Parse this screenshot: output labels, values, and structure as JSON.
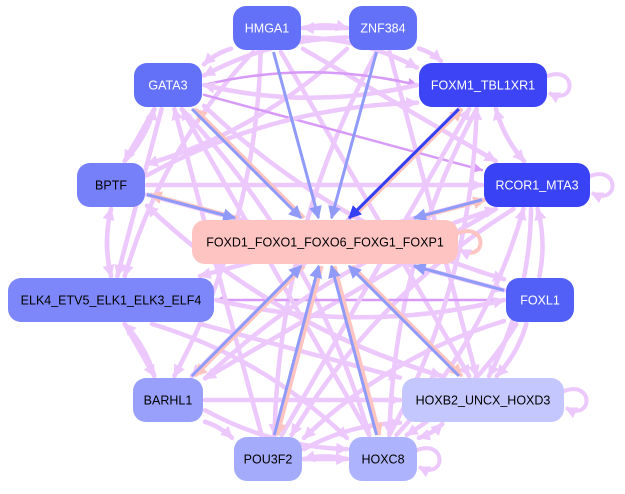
{
  "diagram": {
    "type": "directed-network",
    "center_node": "FOXD1_FOXO1_FOXO6_FOXG1_FOXP1",
    "nodes": [
      {
        "id": "HMGA1",
        "label": "HMGA1",
        "fill": "#6370f8",
        "text": "#ffffff"
      },
      {
        "id": "ZNF384",
        "label": "ZNF384",
        "fill": "#6370f8",
        "text": "#ffffff"
      },
      {
        "id": "GATA3",
        "label": "GATA3",
        "fill": "#6370f8",
        "text": "#ffffff"
      },
      {
        "id": "FOXM1_TBL1XR1",
        "label": "FOXM1_TBL1XR1",
        "fill": "#3c44f5",
        "text": "#ffffff"
      },
      {
        "id": "BPTF",
        "label": "BPTF",
        "fill": "#7680f9",
        "text": "#000000"
      },
      {
        "id": "RCOR1_MTA3",
        "label": "RCOR1_MTA3",
        "fill": "#3a42f5",
        "text": "#ffffff"
      },
      {
        "id": "CENTER",
        "label": "FOXD1_FOXO1_FOXO6_FOXG1_FOXP1",
        "fill": "#fdc4c2",
        "text": "#000000"
      },
      {
        "id": "ELK4",
        "label": "ELK4_ETV5_ELK1_ELK3_ELF4",
        "fill": "#7e87fa",
        "text": "#000000"
      },
      {
        "id": "FOXL1",
        "label": "FOXL1",
        "fill": "#5360f7",
        "text": "#ffffff"
      },
      {
        "id": "BARHL1",
        "label": "BARHL1",
        "fill": "#98a0fb",
        "text": "#000000"
      },
      {
        "id": "HOXB2",
        "label": "HOXB2_UNCX_HOXD3",
        "fill": "#c3c7fd",
        "text": "#000000"
      },
      {
        "id": "POU3F2",
        "label": "POU3F2",
        "fill": "#a4abfb",
        "text": "#000000"
      },
      {
        "id": "HOXC8",
        "label": "HOXC8",
        "fill": "#adb3fc",
        "text": "#000000"
      }
    ],
    "edge_colors": {
      "background": "#ecc8fc",
      "strong_background": "#d89af8",
      "to_center_blue": "#8f9af9",
      "to_center_dark": "#3340f3",
      "from_center": "#fdc4c2"
    },
    "edges_to_center": [
      {
        "from": "HMGA1",
        "to": "CENTER",
        "color": "to_center_blue"
      },
      {
        "from": "ZNF384",
        "to": "CENTER",
        "color": "to_center_blue"
      },
      {
        "from": "GATA3",
        "to": "CENTER",
        "color": "to_center_blue"
      },
      {
        "from": "FOXM1_TBL1XR1",
        "to": "CENTER",
        "color": "to_center_dark"
      },
      {
        "from": "BPTF",
        "to": "CENTER",
        "color": "to_center_blue"
      },
      {
        "from": "RCOR1_MTA3",
        "to": "CENTER",
        "color": "to_center_blue"
      },
      {
        "from": "FOXL1",
        "to": "CENTER",
        "color": "to_center_blue"
      },
      {
        "from": "BARHL1",
        "to": "CENTER",
        "color": "to_center_blue"
      },
      {
        "from": "POU3F2",
        "to": "CENTER",
        "color": "to_center_blue"
      },
      {
        "from": "HOXC8",
        "to": "CENTER",
        "color": "to_center_blue"
      },
      {
        "from": "HOXB2",
        "to": "CENTER",
        "color": "to_center_blue"
      }
    ],
    "edges_from_center": [
      {
        "from": "CENTER",
        "to": "GATA3"
      },
      {
        "from": "CENTER",
        "to": "FOXM1_TBL1XR1"
      },
      {
        "from": "CENTER",
        "to": "BPTF"
      },
      {
        "from": "CENTER",
        "to": "RCOR1_MTA3"
      },
      {
        "from": "CENTER",
        "to": "BARHL1"
      },
      {
        "from": "CENTER",
        "to": "POU3F2"
      },
      {
        "from": "CENTER",
        "to": "HOXC8"
      },
      {
        "from": "CENTER",
        "to": "HOXB2"
      }
    ],
    "self_loops": [
      "FOXM1_TBL1XR1",
      "RCOR1_MTA3",
      "CENTER",
      "HOXB2",
      "HOXC8"
    ],
    "background_edges": [
      [
        "HMGA1",
        "ZNF384"
      ],
      [
        "ZNF384",
        "HMGA1"
      ],
      [
        "HMGA1",
        "GATA3"
      ],
      [
        "HMGA1",
        "FOXM1_TBL1XR1"
      ],
      [
        "HMGA1",
        "RCOR1_MTA3"
      ],
      [
        "HMGA1",
        "ELK4"
      ],
      [
        "HMGA1",
        "BARHL1"
      ],
      [
        "HMGA1",
        "HOXB2"
      ],
      [
        "ZNF384",
        "GATA3"
      ],
      [
        "ZNF384",
        "FOXM1_TBL1XR1"
      ],
      [
        "ZNF384",
        "HOXB2"
      ],
      [
        "ZNF384",
        "POU3F2"
      ],
      [
        "ZNF384",
        "BPTF"
      ],
      [
        "GATA3",
        "BPTF"
      ],
      [
        "BPTF",
        "GATA3"
      ],
      [
        "GATA3",
        "FOXM1_TBL1XR1"
      ],
      [
        "GATA3",
        "RCOR1_MTA3"
      ],
      [
        "GATA3",
        "FOXL1"
      ],
      [
        "GATA3",
        "HOXC8"
      ],
      [
        "GATA3",
        "ELK4"
      ],
      [
        "FOXM1_TBL1XR1",
        "RCOR1_MTA3"
      ],
      [
        "RCOR1_MTA3",
        "FOXM1_TBL1XR1"
      ],
      [
        "FOXM1_TBL1XR1",
        "BARHL1"
      ],
      [
        "FOXM1_TBL1XR1",
        "HOXC8"
      ],
      [
        "FOXM1_TBL1XR1",
        "GATA3"
      ],
      [
        "BPTF",
        "RCOR1_MTA3"
      ],
      [
        "BPTF",
        "ELK4"
      ],
      [
        "ELK4",
        "BPTF"
      ],
      [
        "BPTF",
        "FOXL1"
      ],
      [
        "BPTF",
        "HOXB2"
      ],
      [
        "BPTF",
        "FOXM1_TBL1XR1"
      ],
      [
        "RCOR1_MTA3",
        "ELK4"
      ],
      [
        "RCOR1_MTA3",
        "POU3F2"
      ],
      [
        "RCOR1_MTA3",
        "HOXB2"
      ],
      [
        "RCOR1_MTA3",
        "BARHL1"
      ],
      [
        "FOXL1",
        "RCOR1_MTA3"
      ],
      [
        "FOXL1",
        "HOXB2"
      ],
      [
        "FOXL1",
        "ELK4"
      ],
      [
        "FOXL1",
        "POU3F2"
      ],
      [
        "FOXL1",
        "HOXC8"
      ],
      [
        "ELK4",
        "BARHL1"
      ],
      [
        "BARHL1",
        "ELK4"
      ],
      [
        "ELK4",
        "HOXC8"
      ],
      [
        "ELK4",
        "HOXB2"
      ],
      [
        "ELK4",
        "FOXL1"
      ],
      [
        "BARHL1",
        "POU3F2"
      ],
      [
        "BARHL1",
        "HOXB2"
      ],
      [
        "BARHL1",
        "HOXC8"
      ],
      [
        "BARHL1",
        "RCOR1_MTA3"
      ],
      [
        "POU3F2",
        "HOXC8"
      ],
      [
        "HOXC8",
        "POU3F2"
      ],
      [
        "POU3F2",
        "HOXB2"
      ],
      [
        "POU3F2",
        "GATA3"
      ],
      [
        "HOXC8",
        "HOXB2"
      ],
      [
        "HOXB2",
        "HOXC8"
      ],
      [
        "HOXC8",
        "GATA3"
      ],
      [
        "HOXC8",
        "FOXM1_TBL1XR1"
      ],
      [
        "HOXB2",
        "BPTF"
      ],
      [
        "POU3F2",
        "FOXM1_TBL1XR1"
      ],
      [
        "HOXC8",
        "RCOR1_MTA3"
      ]
    ],
    "strong_edges": [
      [
        "GATA3",
        "FOXM1_TBL1XR1"
      ],
      [
        "GATA3",
        "RCOR1_MTA3"
      ],
      [
        "FOXL1",
        "ELK4"
      ]
    ]
  }
}
